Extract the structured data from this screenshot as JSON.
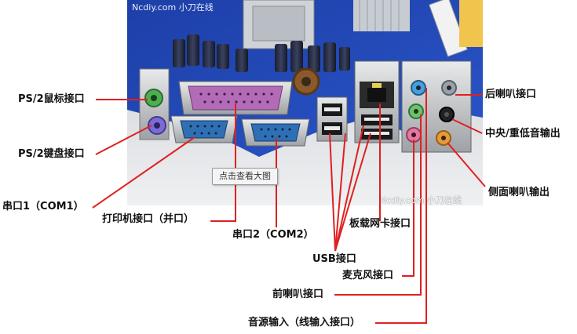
{
  "watermark_top": "Ncdiy.com 小刀在线",
  "watermark_board": "Ncdiy.com 小刀在线",
  "tooltip": "点击查看大图",
  "labels": {
    "ps2_mouse": "PS/2鼠标接口",
    "ps2_keyboard": "PS/2键盘接口",
    "com1": "串口1（COM1）",
    "printer": "打印机接口（并口）",
    "com2": "串口2（COM2）",
    "lan": "板载网卡接口",
    "usb": "USB接口",
    "mic": "麦克风接口",
    "front_speaker": "前喇叭接口",
    "line_in": "音源输入（线输入接口）",
    "rear_speaker": "后喇叭接口",
    "center_sub": "中央/重低音输出",
    "side_speaker": "侧面喇叭输出"
  },
  "colors": {
    "leader_line": "#e02020",
    "background": "#ffffff",
    "ps2_mouse_port": "#4caf50",
    "ps2_keyboard_port": "#7b6bd6",
    "parallel_port": "#b36bb8",
    "serial_port": "#2f6fb5",
    "audio_blue": "#4a9fd8",
    "audio_green": "#6fc06f",
    "audio_pink": "#e07aa0",
    "audio_orange": "#e59a3c",
    "audio_black": "#222222",
    "audio_gray": "#9aa3ab"
  }
}
